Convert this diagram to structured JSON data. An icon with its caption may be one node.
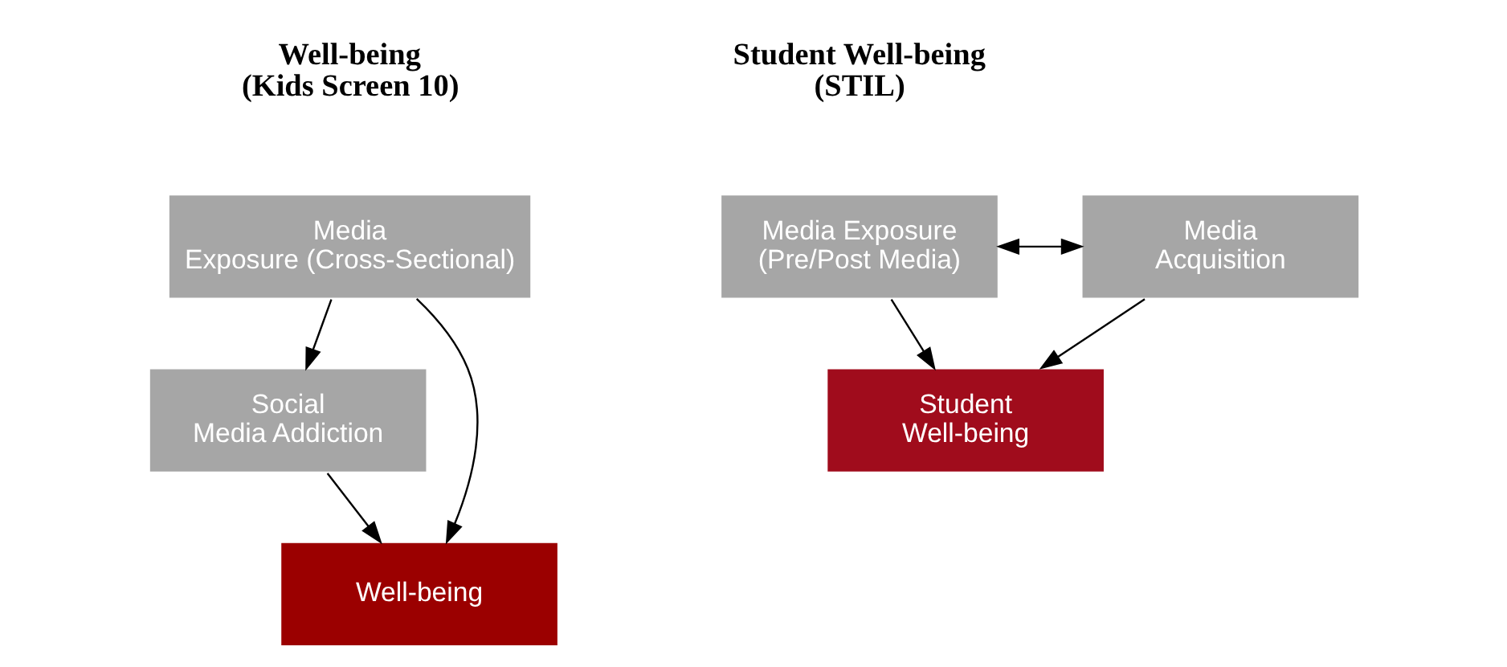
{
  "diagram": {
    "nodes": [
      {
        "text": [
          "Media Exposure (Cross-Sectional)"
        ]
      },
      {
        "text": [
          "Social Media Addiction"
        ]
      },
      {
        "text": [
          "Well-being"
        ]
      },
      {
        "text": [
          "Media Exposure (Pre/Post Media)"
        ]
      },
      {
        "text": [
          "Media Acquisition"
        ]
      },
      {
        "text": [
          "Student Well-being"
        ]
      }
    ],
    "edges": [
      {
        "from": 0,
        "to": 1,
        "arrow": "to"
      },
      {
        "from": 1,
        "to": 2,
        "arrow": "to"
      },
      {
        "from": 0,
        "to": 2,
        "arrow": "to"
      },
      {
        "from": 3,
        "to": 4,
        "arrow": "both"
      },
      {
        "from": 3,
        "to": 5,
        "arrow": "to"
      },
      {
        "from": 4,
        "to": 5,
        "arrow": "to"
      }
    ],
    "labels": [
      "Well-being (Kids Screen 10)",
      "Student Well-being (STIL)"
    ]
  }
}
